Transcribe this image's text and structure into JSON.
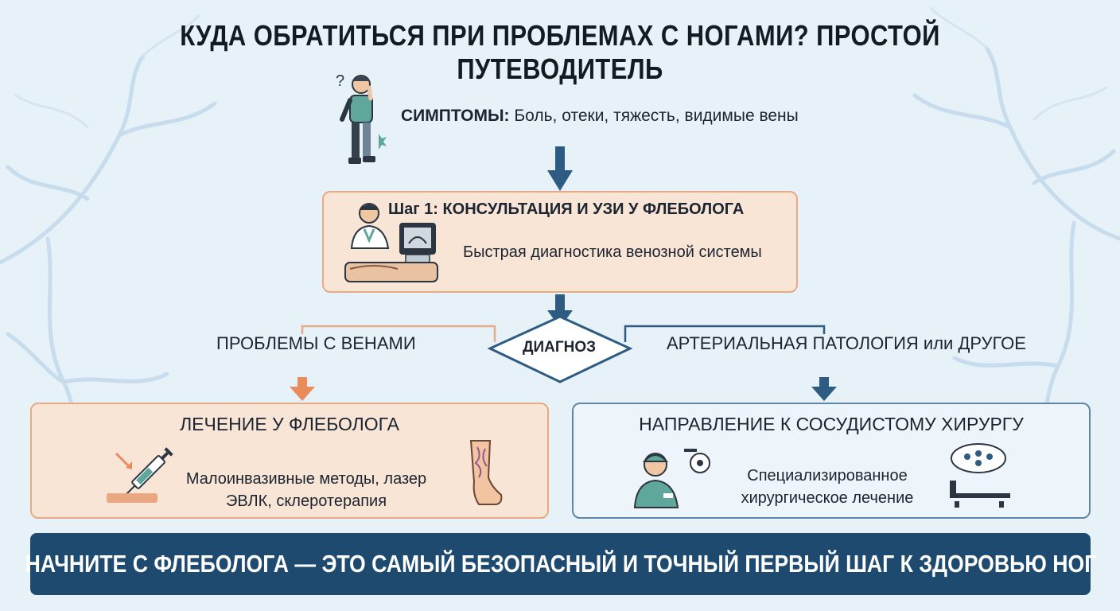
{
  "title": "КУДА ОБРАТИТЬСЯ ПРИ ПРОБЛЕМАХ С НОГАМИ? ПРОСТОЙ ПУТЕВОДИТЕЛЬ",
  "symptoms": {
    "label": "СИМПТОМЫ:",
    "text": " Боль, отеки, тяжесть, видимые вены",
    "question_mark": "?"
  },
  "step1": {
    "title": "Шаг 1: КОНСУЛЬТАЦИЯ И УЗИ У ФЛЕБОЛОГА",
    "subtitle": "Быстрая диагностика венозной системы"
  },
  "diagnosis": {
    "label": "ДИАГНОЗ",
    "left_branch": "ПРОБЛЕМЫ С ВЕНАМИ",
    "right_branch": "АРТЕРИАЛЬНАЯ ПАТОЛОГИЯ или ДРУГОЕ"
  },
  "left_box": {
    "title": "ЛЕЧЕНИЕ У ФЛЕБОЛОГА",
    "line1": "Малоинвазивные методы, лазер",
    "line2": "ЭВЛК, склеротерапия"
  },
  "right_box": {
    "title": "НАПРАВЛЕНИЕ К СОСУДИСТОМУ ХИРУРГУ",
    "line1": "Специализированное",
    "line2": "хирургическое лечение"
  },
  "banner": "НАЧНИТЕ С ФЛЕБОЛОГА — ЭТО САМЫЙ БЕЗОПАСНЫЙ И ТОЧНЫЙ ПЕРВЫЙ ШАГ К ЗДОРОВЬЮ НОГ",
  "colors": {
    "background": "#e7f1f8",
    "navy": "#1f4a70",
    "arrow_blue": "#2e5b82",
    "peach_fill": "#f8e5d6",
    "peach_border": "#e6ab85",
    "orange_arrow": "#e98c5c"
  },
  "icons": [
    "worried-person-icon",
    "doctor-ultrasound-icon",
    "syringe-icon",
    "leg-veins-icon",
    "surgeon-icon",
    "surgical-lamp-icon",
    "operating-table-icon"
  ]
}
